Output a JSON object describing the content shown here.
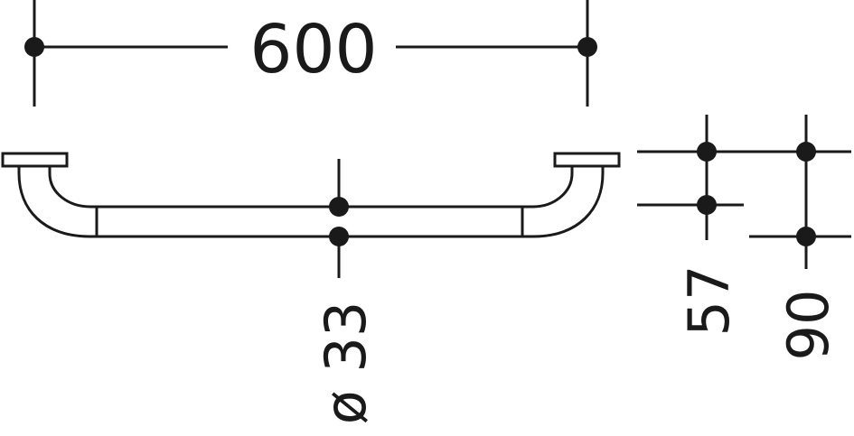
{
  "colors": {
    "ink": "#1a1a1a",
    "background": "#ffffff"
  },
  "dimensions": {
    "length": "600",
    "diameter": "ø 33",
    "projection": "57",
    "depth": "90"
  }
}
